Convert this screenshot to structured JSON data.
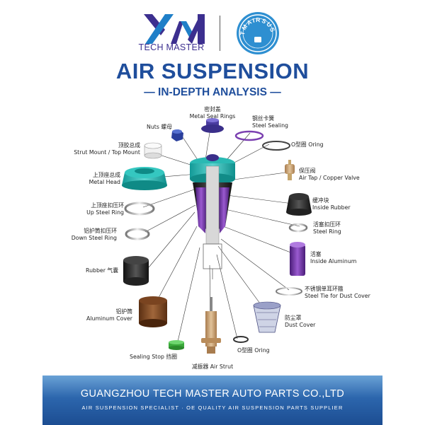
{
  "header": {
    "brand_name": "TECH MASTER",
    "seal_text": "TMAIRSUS",
    "title": "AIR SUSPENSION",
    "subtitle": "— IN-DEPTH ANALYSIS —"
  },
  "colors": {
    "title_blue": "#1f4e9c",
    "brand_purple": "#3c2f8f",
    "teal_part": "#1fb5b0",
    "purple_part": "#6a2fa0",
    "footer_blue": "#2c66ad"
  },
  "parts": {
    "metal_seal_rings": {
      "cn": "密封盖",
      "en": "Metal Seal Rings"
    },
    "nuts": {
      "text": "Nuts 螺母"
    },
    "steel_sealing": {
      "cn": "钢丝卡簧",
      "en": "Steel Sealing"
    },
    "strut_mount": {
      "cn": "顶胶总成",
      "en": "Strut Mount / Top Mount"
    },
    "o_ring_top": {
      "text": "O型圈 Oring"
    },
    "metal_head": {
      "cn": "上顶座总成",
      "en": "Metal Head"
    },
    "air_tap": {
      "cn": "保压阀",
      "en": "Air Tap / Copper Valve"
    },
    "inside_rubber": {
      "cn": "缓冲块",
      "en": "Inside Rubber"
    },
    "up_steel_ring": {
      "cn": "上顶座扣压环",
      "en": "Up Steel Ring"
    },
    "steel_ring": {
      "cn": "活塞扣压环",
      "en": "Steel Ring"
    },
    "down_steel_ring": {
      "cn": "铝护筒扣压环",
      "en": "Down Steel Ring"
    },
    "inside_aluminum": {
      "cn": "活塞",
      "en": "Inside Aluminum"
    },
    "rubber": {
      "text": "Rubber 气囊"
    },
    "steel_tie": {
      "cn": "不锈钢单耳环箍",
      "en": "Steel Tie for Dust Cover"
    },
    "aluminum_cover": {
      "cn": "铝护筒",
      "en": "Aluminum Cover"
    },
    "dust_cover": {
      "cn": "防尘罩",
      "en": "Dust Cover"
    },
    "o_ring_bottom": {
      "text": "O型圈 Oring"
    },
    "sealing_stop": {
      "text": "Sealing Stop 挡圈"
    },
    "air_strut": {
      "text": "减振器 Air Strut"
    }
  },
  "footer": {
    "company": "GUANGZHOU TECH MASTER AUTO PARTS CO.,LTD",
    "tagline": "AIR SUSPENSION SPECIALIST · OE QUALITY AIR SUSPENSION PARTS SUPPLIER"
  }
}
